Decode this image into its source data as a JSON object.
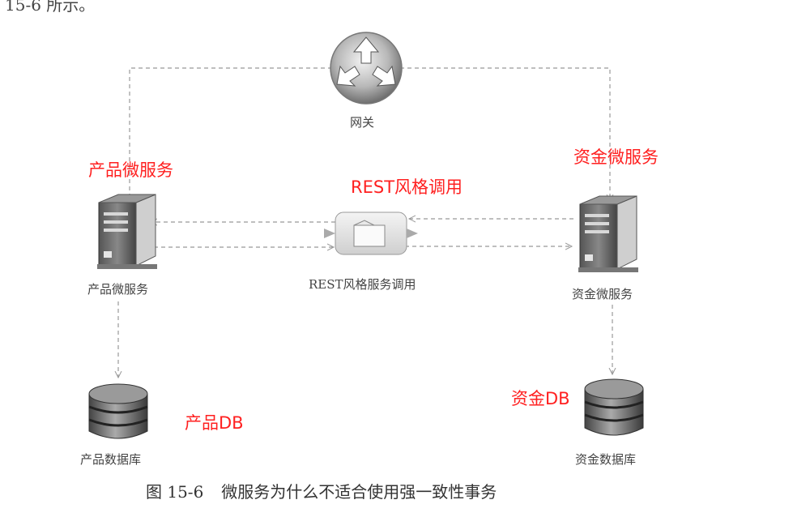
{
  "header_fragment": "15-6 所示。",
  "nodes": {
    "gateway": "网关",
    "product_service": "产品微服务",
    "fund_service": "资金微服务",
    "rest_call": "REST风格服务调用",
    "product_db": "产品数据库",
    "fund_db": "资金数据库"
  },
  "annotations": {
    "product_service": "产品微服务",
    "fund_service": "资金微服务",
    "rest": "REST风格调用",
    "product_db": "产品DB",
    "fund_db": "资金DB"
  },
  "caption": {
    "number": "图 15-6",
    "text": "微服务为什么不适合使用强一致性事务"
  },
  "colors": {
    "annotation": "#ff2020",
    "connector": "#999999",
    "text": "#444444"
  }
}
